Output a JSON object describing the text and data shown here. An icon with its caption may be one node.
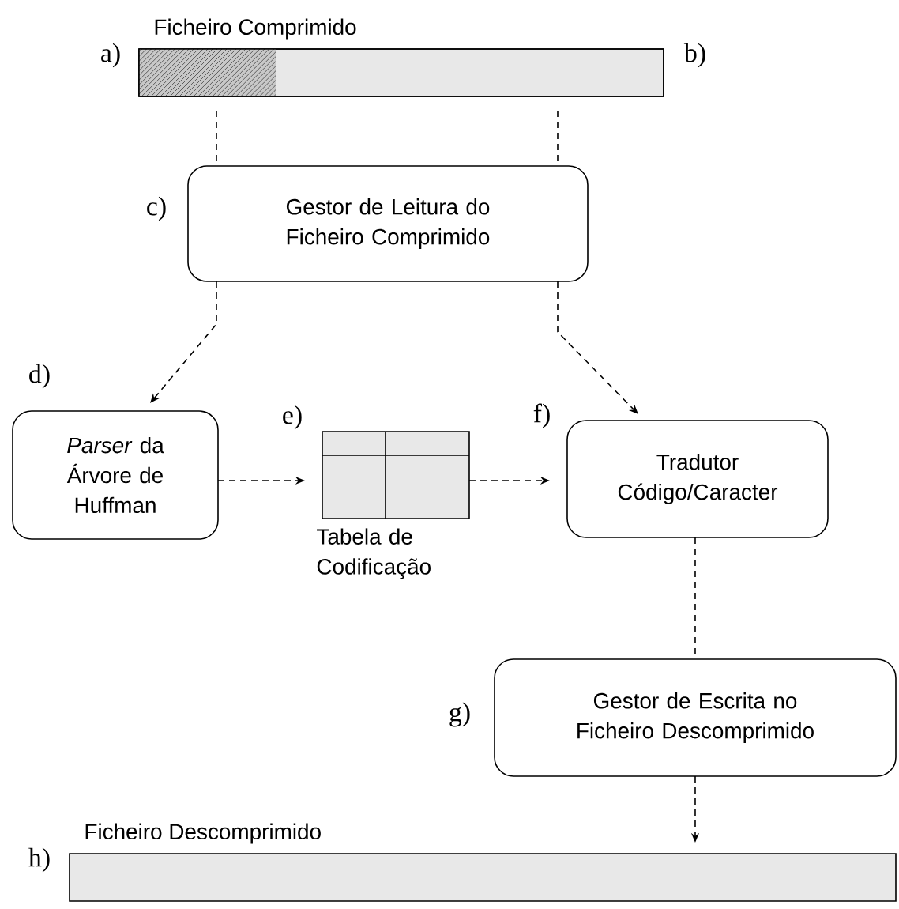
{
  "diagram": {
    "nodes": [
      {
        "text": [
          "Ficheiro Comprimido"
        ],
        "beside": [
          "a)",
          "b)"
        ]
      },
      {
        "text": [
          "Gestor de Leitura do Ficheiro Comprimido"
        ],
        "beside": [
          "c)"
        ]
      },
      {
        "text": [
          "*Parser* da Árvore de Huffman"
        ],
        "beside": [
          "d)"
        ]
      },
      {
        "text": [
          "Tabela de Codificação"
        ],
        "beside": [
          "e)"
        ]
      },
      {
        "text": [
          "Tradutor Código/Caracter"
        ],
        "beside": [
          "f)"
        ]
      },
      {
        "text": [
          "Gestor de Escrita no Ficheiro Descomprimido"
        ],
        "beside": [
          "g)"
        ]
      },
      {
        "text": [
          "Ficheiro Descomprimido"
        ],
        "beside": [
          "h)"
        ]
      }
    ],
    "edges": [
      {
        "from": 0,
        "to": 1,
        "arrow": "none",
        "style": "dashed"
      },
      {
        "from": 0,
        "to": 1,
        "arrow": "none",
        "style": "dashed"
      },
      {
        "from": 1,
        "to": 2,
        "arrow": "to",
        "style": "dashed"
      },
      {
        "from": 1,
        "to": 4,
        "arrow": "to",
        "style": "dashed"
      },
      {
        "from": 2,
        "to": 3,
        "arrow": "to",
        "style": "dashed"
      },
      {
        "from": 3,
        "to": 4,
        "arrow": "to",
        "style": "dashed"
      },
      {
        "from": 4,
        "to": 5,
        "arrow": "none",
        "style": "dashed"
      },
      {
        "from": 5,
        "to": 6,
        "arrow": "to",
        "style": "dashed"
      }
    ]
  }
}
